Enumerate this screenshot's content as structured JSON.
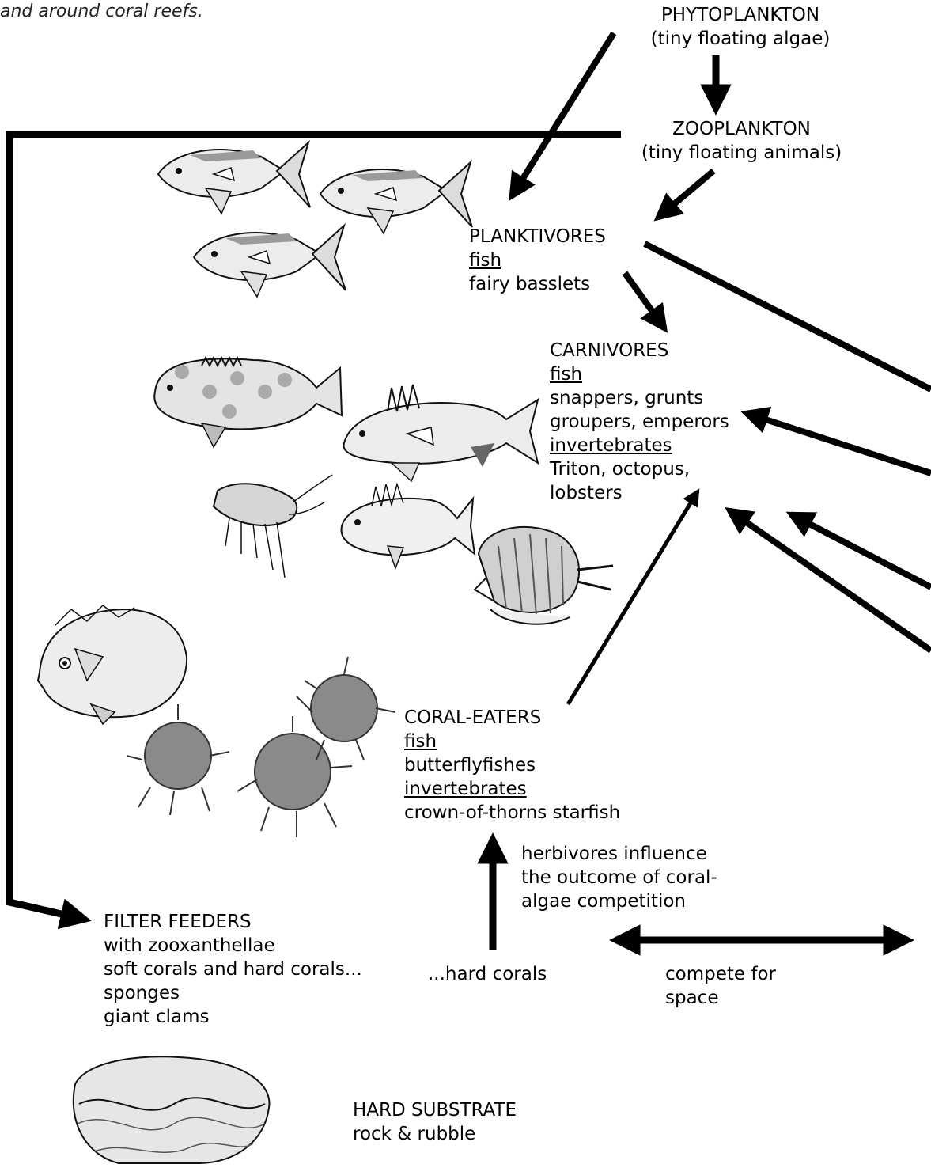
{
  "intro_fragment": "and around coral reefs.",
  "phytoplankton": {
    "title": "PHYTOPLANKTON",
    "desc": "(tiny floating algae)"
  },
  "zooplankton": {
    "title": "ZOOPLANKTON",
    "desc": "(tiny floating animals)"
  },
  "planktivores": {
    "title": "PLANKTIVORES",
    "sub": "fish",
    "examples": "fairy basslets"
  },
  "carnivores": {
    "title": "CARNIVORES",
    "sub1": "fish",
    "ex1": "snappers, grunts",
    "ex2": "groupers, emperors",
    "sub2": "invertebrates",
    "ex3": "Triton, octopus,",
    "ex4": "lobsters"
  },
  "coral_eaters": {
    "title": "CORAL-EATERS",
    "sub1": "fish",
    "ex1": "butterflyfishes",
    "sub2": "invertebrates",
    "ex2": "crown-of-thorns starfish"
  },
  "herbivores_note": {
    "line1": "herbivores influence",
    "line2": "the outcome of coral-",
    "line3": "algae competition"
  },
  "filter_feeders": {
    "title": "FILTER FEEDERS",
    "line1": "with zooxanthellae",
    "line2": "soft corals and hard corals...",
    "line3": "sponges",
    "line4": "giant clams"
  },
  "hard_corals": "...hard corals",
  "compete": {
    "line1": "compete for",
    "line2": "space"
  },
  "hard_substrate": {
    "title": "HARD SUBSTRATE",
    "desc": "rock & rubble"
  },
  "colors": {
    "ink": "#000000",
    "fill": "#e6e6e6",
    "shade": "#9a9a9a"
  }
}
